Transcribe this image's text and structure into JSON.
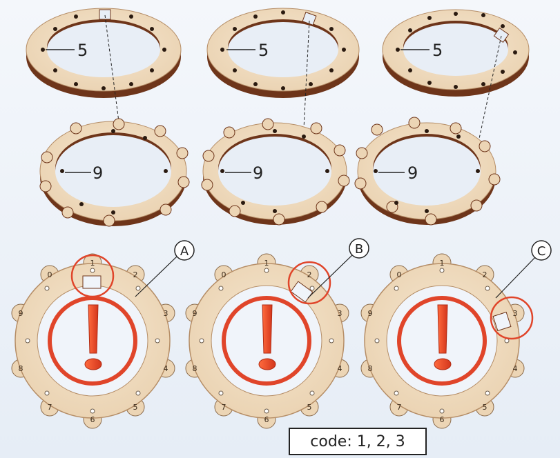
{
  "part_labels": {
    "ring5": "5",
    "ring9": "9"
  },
  "dial_numbers": [
    "1",
    "2",
    "3",
    "4",
    "5",
    "6",
    "7",
    "8",
    "9",
    "0"
  ],
  "callouts": [
    "A",
    "B",
    "C"
  ],
  "code_text": "code: 1, 2, 3",
  "colors": {
    "wood": "#f0dcc0",
    "wood_edge": "#7a3f1e",
    "accent": "#e0452a"
  }
}
